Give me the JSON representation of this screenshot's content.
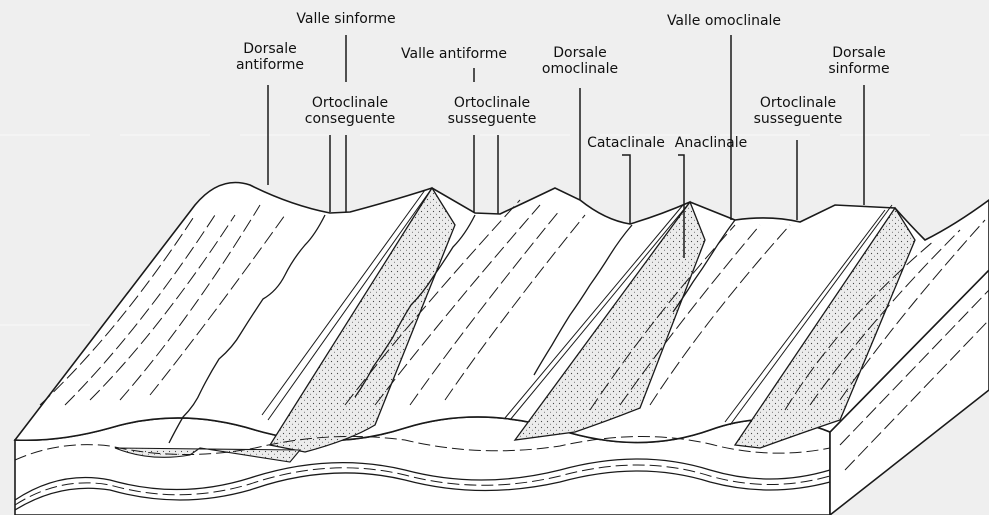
{
  "diagram": {
    "labels": [
      {
        "id": "valle-sinforme",
        "text": "Valle sinforme"
      },
      {
        "id": "dorsale-antiforme",
        "text": "Dorsale\nantiforme"
      },
      {
        "id": "valle-antiforme",
        "text": "Valle antiforme"
      },
      {
        "id": "dorsale-omoclinale",
        "text": "Dorsale\nomoclinale"
      },
      {
        "id": "valle-omoclinale",
        "text": "Valle omoclinale"
      },
      {
        "id": "dorsale-sinforme",
        "text": "Dorsale\nsinforme"
      },
      {
        "id": "ortoclinale-conseguente",
        "text": "Ortoclinale\nconseguente"
      },
      {
        "id": "ortoclinale-susseguente-1",
        "text": "Ortoclinale\nsusseguente"
      },
      {
        "id": "cataclinale",
        "text": "Cataclinale"
      },
      {
        "id": "anaclinale",
        "text": "Anaclinale"
      },
      {
        "id": "ortoclinale-susseguente-2",
        "text": "Ortoclinale\nsusseguente"
      }
    ]
  },
  "colors": {
    "background": "#efefef",
    "ink": "#1a1a1a",
    "surface": "#ffffff",
    "sand": "#e9e9e9"
  }
}
